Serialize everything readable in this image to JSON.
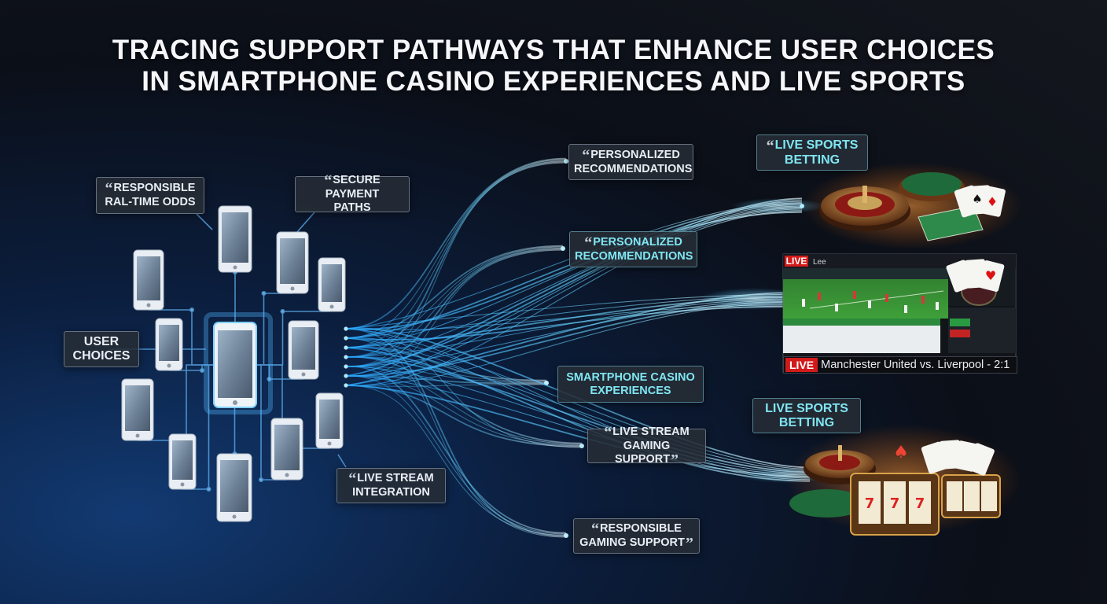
{
  "title": {
    "line1": "TRACING SUPPORT PATHWAYS THAT ENHANCE USER CHOICES",
    "line2": "IN SMARTPHONE CASINO EXPERIENCES AND LIVE SPORTS"
  },
  "left_labels": {
    "responsible_odds": [
      "RESPONSIBLE",
      "RAL-TIME ODDS"
    ],
    "secure_payment": [
      "SECURE PAYMENT",
      "PATHS"
    ],
    "user_choices": [
      "USER",
      "CHOICES"
    ],
    "live_stream_integration": [
      "LIVE STREAM",
      "INTEGRATION"
    ]
  },
  "pathway_labels": {
    "personalized_1": [
      "PERSONALIZED",
      "RECOMMENDATIONS"
    ],
    "personalized_2": [
      "PERSONALIZED",
      "RECOMMENDATIONS"
    ],
    "smartphone_casino": [
      "SMARTPHONE CASINO",
      "EXPERIENCES"
    ],
    "live_stream_gaming": [
      "LIVE STREAM",
      "GAMING SUPPORT"
    ],
    "responsible_gaming": [
      "RESPONSIBLE",
      "GAMING SUPPORT"
    ]
  },
  "right_labels": {
    "live_sports_betting_1": [
      "LIVE SPORTS",
      "BETTING"
    ],
    "live_sports_betting_2": [
      "LIVE SPORTS",
      "BETTING"
    ]
  },
  "live_panel": {
    "badge": "LIVE",
    "header_text": "Lee",
    "caption_badge": "LIVE",
    "caption": "Manchester United vs. Liverpool - 2:1"
  },
  "colors": {
    "stream": "#3fc4ff",
    "accent_cyan": "#7fe6f2",
    "live_red": "#d21a1a",
    "background": "#0b0f18"
  }
}
